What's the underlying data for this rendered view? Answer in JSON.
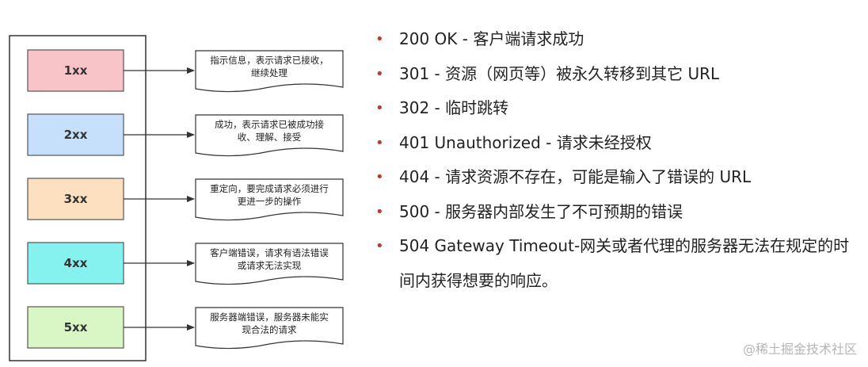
{
  "categories": [
    {
      "code": "1xx",
      "fill": "#f8c4c8",
      "desc": [
        "指示信息，表示请求已接收，",
        "继续处理"
      ]
    },
    {
      "code": "2xx",
      "fill": "#c6dffb",
      "desc": [
        "成功，表示请求已被成功接",
        "收、理解、接受"
      ]
    },
    {
      "code": "3xx",
      "fill": "#fde0c0",
      "desc": [
        "重定向，要完成请求必须进行",
        "更进一步的操作"
      ]
    },
    {
      "code": "4xx",
      "fill": "#85f2f0",
      "desc": [
        "客户端错误，请求有语法错误",
        "或请求无法实现"
      ]
    },
    {
      "code": "5xx",
      "fill": "#d9f7c4",
      "desc": [
        "服务器端错误，服务器未能实",
        "现合法的请求"
      ]
    }
  ],
  "status_list": [
    "200 OK - 客户端请求成功",
    "301 - 资源（网页等）被永久转移到其它 URL",
    "302 - 临时跳转",
    "401 Unauthorized - 请求未经授权",
    "404 - 请求资源不存在，可能是输入了错误的 URL",
    "500 - 服务器内部发生了不可预期的错误",
    "504 Gateway Timeout-网关或者代理的服务器无法在规定的时间内获得想要的响应。"
  ],
  "colors": {
    "bullet": "#c0392b",
    "stroke": "#555555"
  },
  "watermark": "@稀土掘金技术社区"
}
